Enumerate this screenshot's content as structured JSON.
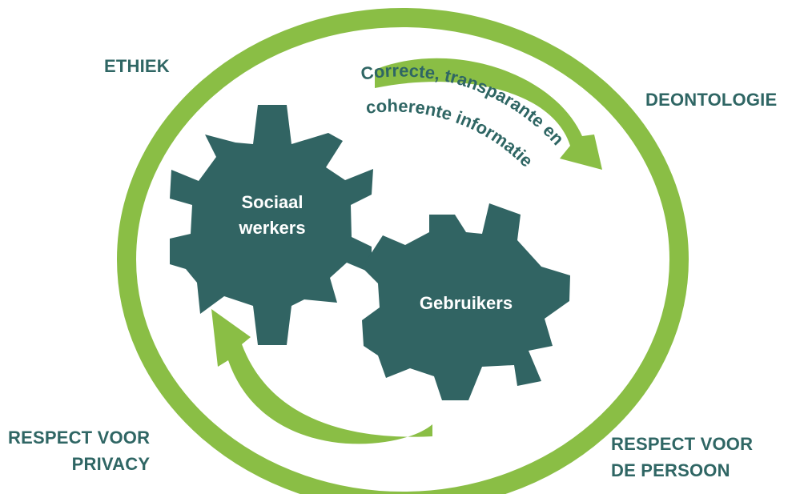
{
  "labels": {
    "ethiek": "ETHIEK",
    "deontologie": "DEONTOLOGIE",
    "privacy": [
      "RESPECT VOOR",
      "PRIVACY"
    ],
    "persoon": [
      "RESPECT VOOR",
      "DE PERSOON"
    ]
  },
  "gears": {
    "left": [
      "Sociaal",
      "werkers"
    ],
    "right": "Gebruikers"
  },
  "flow_text": [
    "Correcte, transparante en",
    "coherente informatie"
  ],
  "colors": {
    "ring": "#8abe45",
    "gear": "#316463",
    "label_text": "#2f6664",
    "gear_text": "#ffffff"
  },
  "icons": {
    "cycle_ring": "ellipse-ring",
    "top_arrow": "curved-arrow-clockwise",
    "bottom_arrow": "curved-arrow-up",
    "gears": "gear-icon"
  }
}
